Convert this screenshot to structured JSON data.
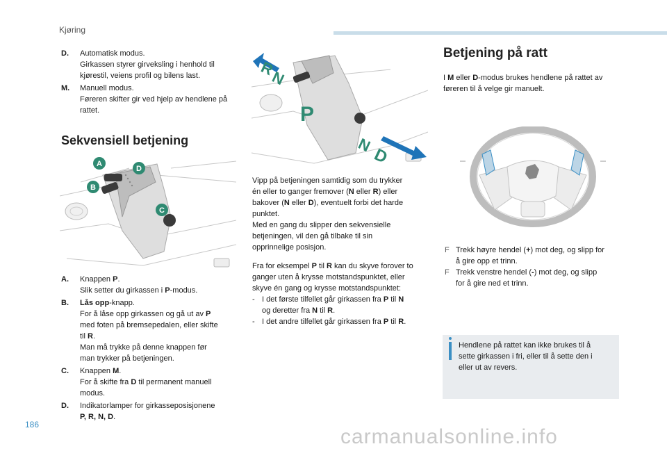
{
  "header": {
    "section": "Kjøring"
  },
  "page_number": "186",
  "col1_top": [
    {
      "key": "D.",
      "lines": [
        "Automatisk modus.",
        "Girkassen styrer girveksling i henhold til kjørestil, veiens profil og bilens last."
      ]
    },
    {
      "key": "M.",
      "lines": [
        "Manuell modus.",
        "Føreren skifter gir ved hjelp av hendlene på rattet."
      ]
    }
  ],
  "heading_sequential": "Sekvensiell betjening",
  "figure1_labels": {
    "a": "A",
    "b": "B",
    "c": "C",
    "d": "D"
  },
  "col1_bottom": {
    "a_key": "A.",
    "a_l1_pre": "Knappen ",
    "a_l1_bold": "P",
    "a_l1_post": ".",
    "a_l2_pre": "Slik setter du girkassen i ",
    "a_l2_bold": "P",
    "a_l2_post": "-modus.",
    "b_key": "B.",
    "b_l1_bold": "Lås opp",
    "b_l1_post": "-knapp.",
    "b_l2_pre": "For å låse opp girkassen og gå ut av ",
    "b_l2_bold": "P",
    "b_l3": "med foten på bremsepedalen, eller skifte",
    "b_l4_pre": "til ",
    "b_l4_bold": "R",
    "b_l4_post": ".",
    "b_l5": "Man må trykke på denne knappen før",
    "b_l6": "man trykker på betjeningen.",
    "c_key": "C.",
    "c_l1_pre": "Knappen ",
    "c_l1_bold": "M",
    "c_l1_post": ".",
    "c_l2_pre": "For å skifte fra ",
    "c_l2_bold": "D",
    "c_l2_post": " til permanent manuell",
    "c_l3": "modus.",
    "d_key": "D.",
    "d_l1": "Indikatorlamper for girkasseposisjonene",
    "d_l2_bold": "P, R, N, D",
    "d_l2_post": "."
  },
  "col2": {
    "p1": [
      "Vipp på betjeningen samtidig som du trykker",
      "én eller to ganger fremover ("
    ],
    "p1_n": "N",
    "p1_or": " eller ",
    "p1_r": "R",
    "p1_rest": ") eller",
    "p1_l3_pre": "bakover (",
    "p1_l3_n": "N",
    "p1_l3_or": " eller ",
    "p1_l3_d": "D",
    "p1_l3_post": "), eventuelt forbi det harde",
    "p1_l4": "punktet.",
    "p2": [
      "Med en gang du slipper den sekvensielle",
      "betjeningen, vil den gå tilbake til sin",
      "opprinnelige posisjon."
    ],
    "p3_l1_pre": "Fra for eksempel ",
    "p3_l1_p": "P",
    "p3_l1_til": " til ",
    "p3_l1_r": "R",
    "p3_l1_post": " kan du skyve forover to",
    "p3_l2": "ganger uten å krysse motstandspunktet, eller",
    "p3_l3": "skyve én gang og krysse motstandspunktet:",
    "dash1_pre": "I det første tilfellet går girkassen fra ",
    "dash1_p": "P",
    "dash1_til": " til ",
    "dash1_n": "N",
    "dash1_l2_pre": "og deretter fra ",
    "dash1_l2_n": "N",
    "dash1_l2_til": " til ",
    "dash1_l2_r": "R",
    "dash1_l2_post": ".",
    "dash2_pre": "I det andre tilfellet går girkassen fra ",
    "dash2_p": "P",
    "dash2_til": " til ",
    "dash2_r": "R",
    "dash2_post": ".",
    "dash_char": "-"
  },
  "figure2_labels": {
    "r": "R",
    "n": "N",
    "p": "P",
    "n2": "N",
    "d": "D"
  },
  "col3": {
    "heading": "Betjening på ratt",
    "intro_l1_pre": "I ",
    "intro_m": "M",
    "intro_or": " eller ",
    "intro_d": "D",
    "intro_post": "-modus brukes hendlene på rattet av",
    "intro_l2": "føreren til å velge gir manuelt.",
    "bullet_marker": "F",
    "b1_l1_pre": "Trekk høyre hendel (",
    "b1_plus": "+",
    "b1_l1_post": ") mot deg, og slipp for",
    "b1_l2": "å gire opp et trinn.",
    "b2_l1_pre": "Trekk venstre hendel (",
    "b2_minus": "-",
    "b2_l1_post": ") mot deg, og slipp",
    "b2_l2": "for å gire ned et trinn.",
    "note": [
      "Hendlene på rattet kan ikke brukes til å",
      "sette girkassen i fri, eller til å sette den i",
      "eller ut av revers."
    ]
  },
  "watermark": "carmanualsonline.info",
  "colors": {
    "accent": "#3b8fc4",
    "header_bar": "#c9dde9",
    "label_green": "#2f8a72",
    "arrow_blue": "#1f74b8",
    "note_bg": "#e9ecef"
  }
}
